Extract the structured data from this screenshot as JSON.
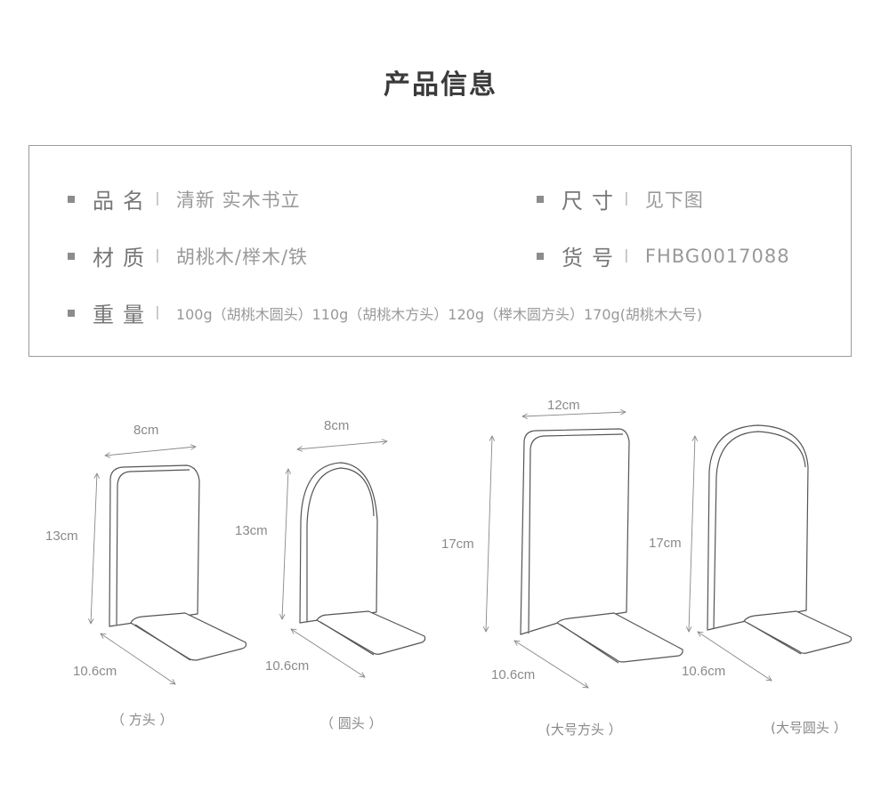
{
  "title": "产品信息",
  "info": {
    "name": {
      "label": "品名",
      "value": "清新 实木书立"
    },
    "size": {
      "label": "尺寸",
      "value": "见下图"
    },
    "material": {
      "label": "材质",
      "value": "胡桃木/榉木/铁"
    },
    "sku": {
      "label": "货号",
      "value": "FHBG0017088"
    },
    "weight": {
      "label": "重量",
      "value": "100g（胡桃木圆头）110g（胡桃木方头）120g（榉木圆方头）170g(胡桃木大号)"
    },
    "separator": "I"
  },
  "diagrams": [
    {
      "caption": "（ 方头 ）",
      "width": "8cm",
      "height": "13cm",
      "depth": "10.6cm"
    },
    {
      "caption": "（ 圆头 ）",
      "width": "8cm",
      "height": "13cm",
      "depth": "10.6cm"
    },
    {
      "caption": "(大号方头 ）",
      "width": "12cm",
      "height": "17cm",
      "depth": "10.6cm"
    },
    {
      "caption": "(大号圆头 ）",
      "width": "",
      "height": "17cm",
      "depth": "10.6cm"
    }
  ]
}
